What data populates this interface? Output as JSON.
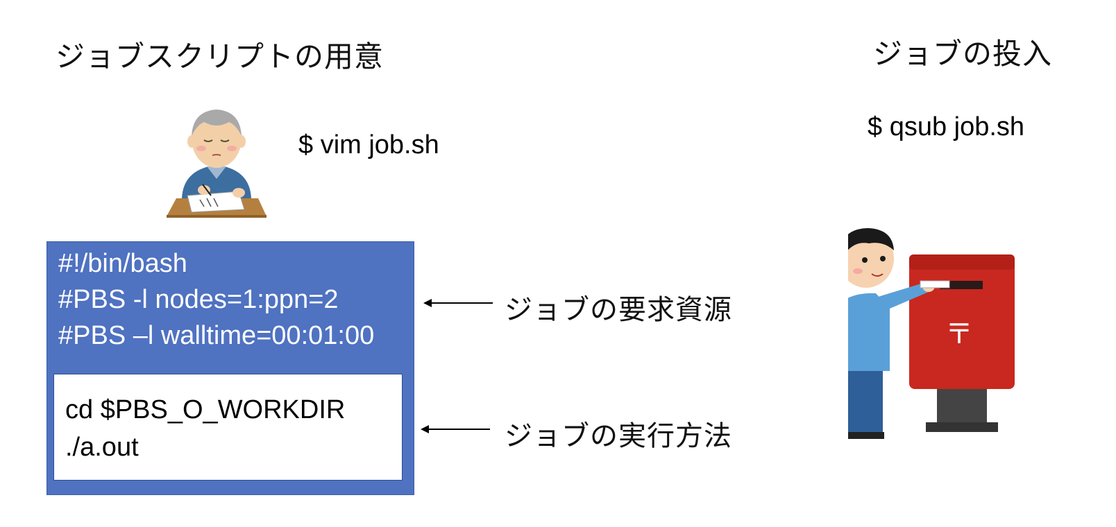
{
  "headings": {
    "left": "ジョブスクリプトの用意",
    "right": "ジョブの投入"
  },
  "commands": {
    "edit": "$ vim job.sh",
    "submit": "$ qsub job.sh"
  },
  "script": {
    "header_lines": [
      "#!/bin/bash",
      "#PBS -l nodes=1:ppn=2",
      "#PBS –l walltime=00:01:00"
    ],
    "body_lines": [
      "cd $PBS_O_WORKDIR",
      "./a.out"
    ]
  },
  "annotations": {
    "resources": "ジョブの要求資源",
    "execution": "ジョブの実行方法"
  },
  "colors": {
    "script_box": "#4f72c1",
    "mailbox_red": "#c8281f",
    "shirt_blue": "#5aa0d8"
  },
  "icons": {
    "writer": "elderly-man-writing-illustration",
    "mail": "boy-posting-letter-illustration"
  }
}
